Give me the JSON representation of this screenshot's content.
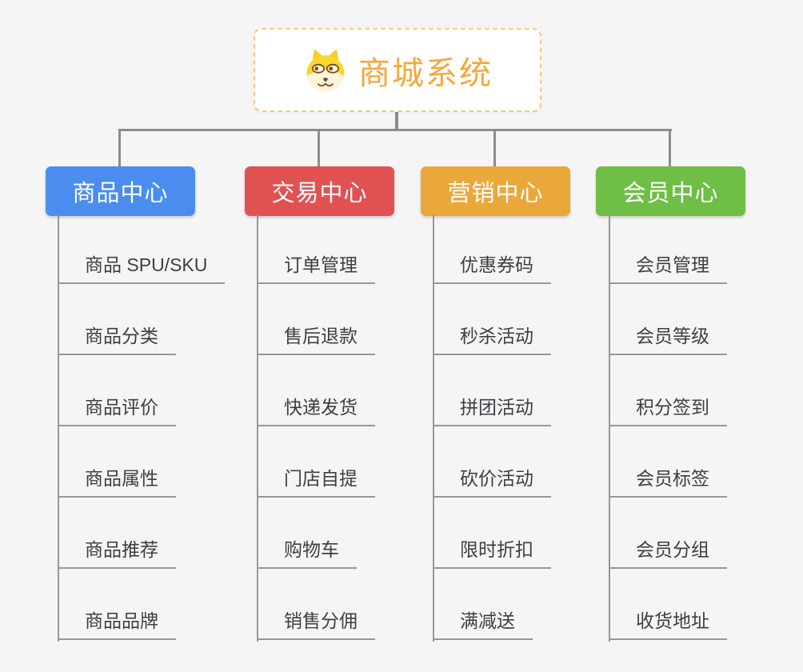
{
  "root": {
    "title": "商城系统",
    "icon": "dog-face-icon"
  },
  "branches": [
    {
      "label": "商品中心",
      "color": "#4a8dee",
      "items": [
        "商品 SPU/SKU",
        "商品分类",
        "商品评价",
        "商品属性",
        "商品推荐",
        "商品品牌"
      ]
    },
    {
      "label": "交易中心",
      "color": "#e05252",
      "items": [
        "订单管理",
        "售后退款",
        "快递发货",
        "门店自提",
        "购物车",
        "销售分佣"
      ]
    },
    {
      "label": "营销中心",
      "color": "#eba83a",
      "items": [
        "优惠券码",
        "秒杀活动",
        "拼团活动",
        "砍价活动",
        "限时折扣",
        "满减送"
      ]
    },
    {
      "label": "会员中心",
      "color": "#6fbe45",
      "items": [
        "会员管理",
        "会员等级",
        "积分签到",
        "会员标签",
        "会员分组",
        "收货地址"
      ]
    }
  ],
  "colors": {
    "background": "#f5f5f5",
    "connector": "#8c8c8c",
    "leaf_line": "#979797",
    "leaf_text": "#3c3f43",
    "root_border": "#f3cb80",
    "root_text": "#f2a93b"
  }
}
